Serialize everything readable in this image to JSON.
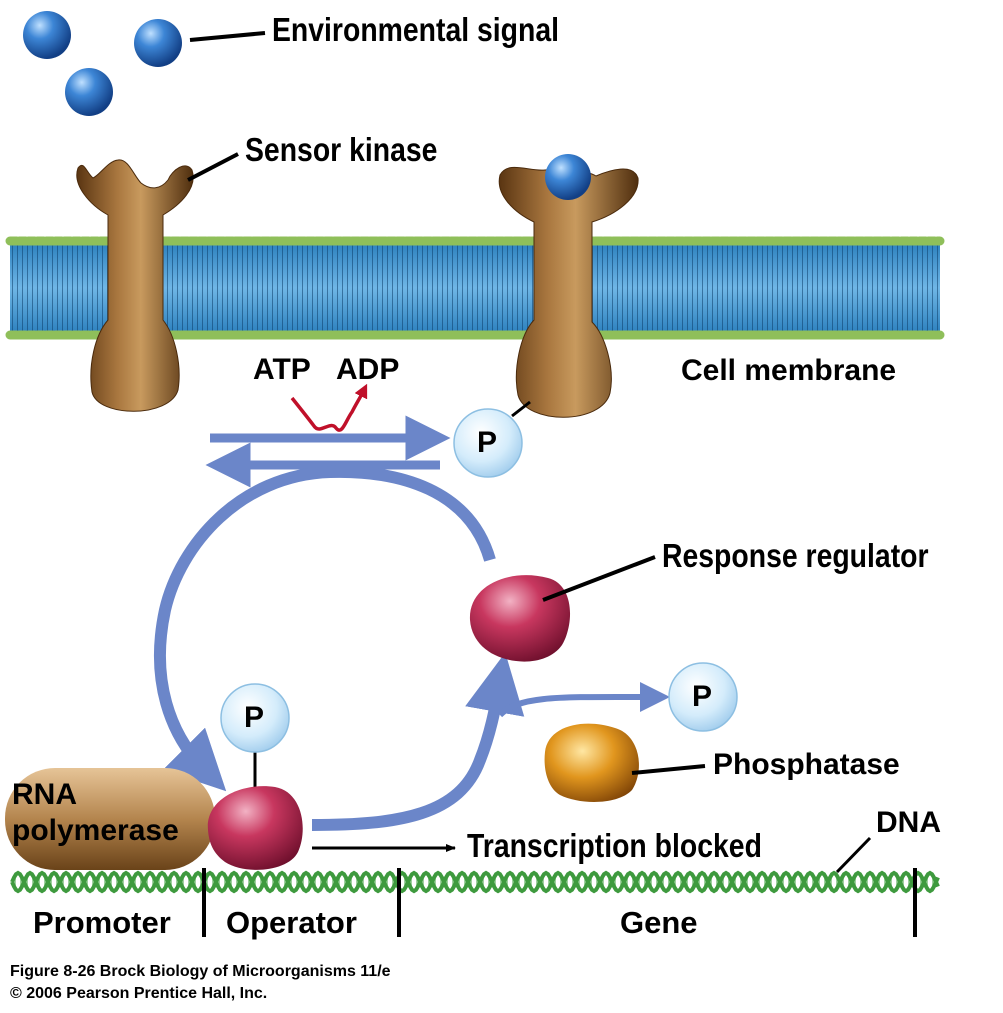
{
  "labels": {
    "environmental_signal": "Environmental signal",
    "sensor_kinase": "Sensor kinase",
    "atp": "ATP",
    "adp": "ADP",
    "cell_membrane": "Cell membrane",
    "response_regulator": "Response regulator",
    "phosphatase": "Phosphatase",
    "rna_polymerase_line1": "RNA",
    "rna_polymerase_line2": "polymerase",
    "transcription_blocked": "Transcription blocked",
    "dna": "DNA",
    "promoter": "Promoter",
    "operator": "Operator",
    "gene": "Gene",
    "phosphate": "P"
  },
  "caption": {
    "line1": "Figure 8-26  Brock Biology of Microorganisms 11/e",
    "line2": "© 2006 Pearson Prentice Hall, Inc."
  },
  "colors": {
    "signal_molecule": "#2f6fc4",
    "kinase": "#8a5a2b",
    "membrane_core": "#3a8fc9",
    "membrane_head": "#8fbf5a",
    "arrow_blue": "#6b86c9",
    "atp_arrow": "#c0102a",
    "regulator": "#c0305a",
    "phosphatase": "#d07a10",
    "phosphate_fill": "#cfe8f8",
    "dna": "#3e9a3e"
  }
}
